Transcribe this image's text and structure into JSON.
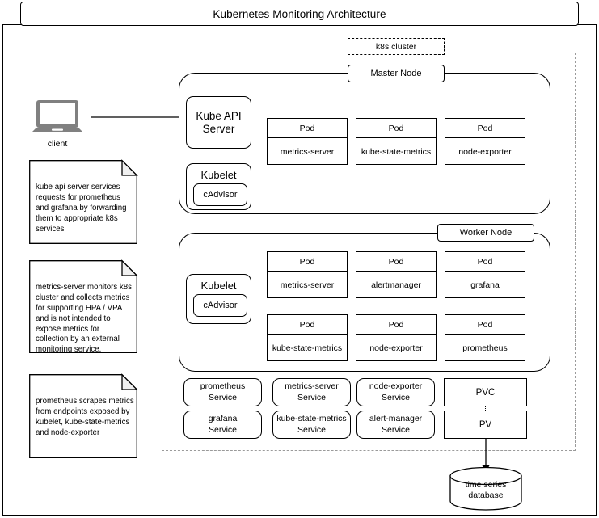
{
  "page": {
    "title": "Kubernetes Monitoring Architecture"
  },
  "cluster": {
    "label": "k8s cluster"
  },
  "client": {
    "label": "client",
    "icon": "laptop-icon"
  },
  "master_node": {
    "label": "Master Node",
    "kube_api_server": "Kube API\nServer",
    "kube_api_server_line1": "Kube API",
    "kube_api_server_line2": "Server",
    "kubelet": "Kubelet",
    "cadvisor": "cAdvisor",
    "pods": [
      {
        "header": "Pod",
        "name": "metrics-server"
      },
      {
        "header": "Pod",
        "name": "kube-state-metrics"
      },
      {
        "header": "Pod",
        "name": "node-exporter"
      }
    ]
  },
  "worker_node": {
    "label": "Worker Node",
    "kubelet": "Kubelet",
    "cadvisor": "cAdvisor",
    "pods": [
      {
        "header": "Pod",
        "name": "metrics-server"
      },
      {
        "header": "Pod",
        "name": "alertmanager"
      },
      {
        "header": "Pod",
        "name": "grafana"
      },
      {
        "header": "Pod",
        "name": "kube-state-metrics"
      },
      {
        "header": "Pod",
        "name": "node-exporter"
      },
      {
        "header": "Pod",
        "name": "prometheus"
      }
    ]
  },
  "services": [
    {
      "line1": "prometheus",
      "line2": "Service"
    },
    {
      "line1": "metrics-server",
      "line2": "Service"
    },
    {
      "line1": "node-exporter",
      "line2": "Service"
    },
    {
      "line1": "grafana",
      "line2": "Service"
    },
    {
      "line1": "kube-state-metrics",
      "line2": "Service"
    },
    {
      "line1": "alert-manager",
      "line2": "Service"
    }
  ],
  "storage": {
    "pvc": "PVC",
    "pv": "PV"
  },
  "database": {
    "line1": "time series",
    "line2": "database"
  },
  "notes": [
    {
      "text": "kube api server services requests for prometheus and grafana by forwarding them to appropriate k8s services"
    },
    {
      "text": "metrics-server monitors k8s cluster and collects metrics for supporting HPA / VPA and is not intended to expose metrics for collection by an external monitoring service."
    },
    {
      "text": "prometheus scrapes metrics from endpoints exposed by kubelet, kube-state-metrics and node-exporter"
    }
  ],
  "colors": {
    "stroke": "#000000",
    "background": "#ffffff",
    "dashed_region": "#9a9a9a",
    "laptop": "#808080"
  }
}
